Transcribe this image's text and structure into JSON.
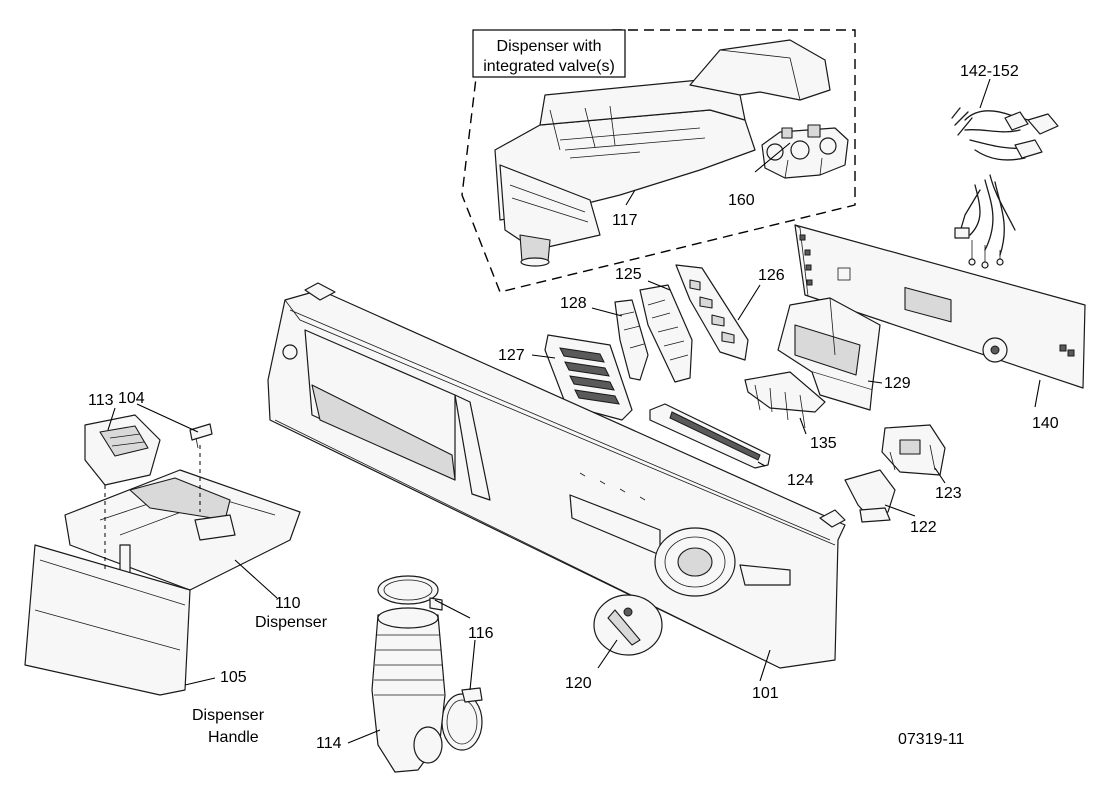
{
  "callout_box": {
    "line1": "Dispenser with",
    "line2": "integrated valve(s)"
  },
  "labels": {
    "l101": "101",
    "l104": "104",
    "l105": "105",
    "l110": "110",
    "l110_name": "Dispenser",
    "l105_name_1": "Dispenser",
    "l105_name_2": "Handle",
    "l113": "113",
    "l114": "114",
    "l116": "116",
    "l117": "117",
    "l120": "120",
    "l122": "122",
    "l123": "123",
    "l124": "124",
    "l125": "125",
    "l126": "126",
    "l127": "127",
    "l128": "128",
    "l129": "129",
    "l135": "135",
    "l140": "140",
    "l142": "142-152",
    "l160": "160"
  },
  "figure_id": "07319-11"
}
